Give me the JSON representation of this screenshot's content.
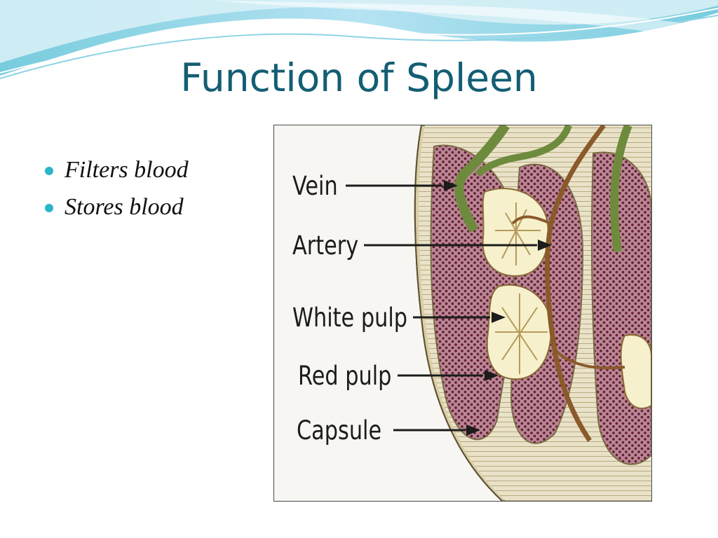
{
  "slide": {
    "title": "Function of Spleen",
    "bullets": [
      {
        "text": "Filters blood"
      },
      {
        "text": "Stores blood"
      }
    ]
  },
  "diagram": {
    "labels": {
      "vein": "Vein",
      "artery": "Artery",
      "white_pulp": "White pulp",
      "red_pulp": "Red pulp",
      "capsule": "Capsule"
    }
  },
  "colors": {
    "title": "#135e74",
    "bullet": "#2cb5c9",
    "wave_light": "#bfe7ef",
    "wave_mid": "#7fcfe0",
    "red_pulp": "#b88994",
    "white_pulp": "#f6f0cc",
    "vein": "#6e8b3d",
    "artery": "#8a5a2b"
  }
}
